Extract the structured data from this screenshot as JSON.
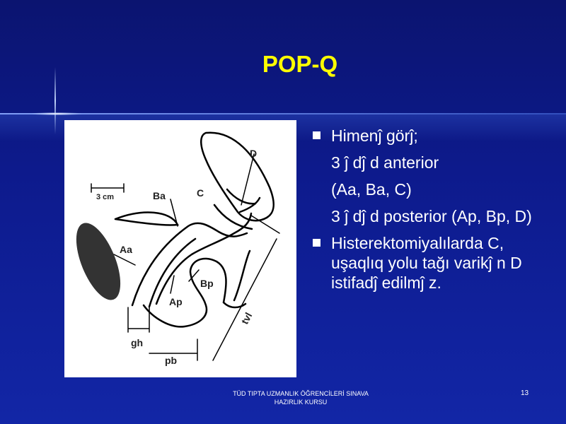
{
  "slide": {
    "title": "POP-Q",
    "bullets": [
      {
        "lines": [
          "Himenĵ görĵ;",
          "3 ĵ dĵ d anterior",
          "(Aa, Ba, C)",
          "3 ĵ dĵ d posterior (Ap, Bp, D)"
        ]
      },
      {
        "lines": [
          "Histerektomiyalılarda C, uşaqlıq yolu tağı varikĵ n D istifadĵ edilmĵ z."
        ]
      }
    ],
    "footer": [
      "TÜD TIPTA UZMANLIK ÖĞRENCİLERİ SINAVA",
      "HAZIRLIK KURSU"
    ],
    "page_number": "13"
  },
  "figure": {
    "labels": {
      "scale": "3 cm",
      "D": "D",
      "C": "C",
      "Ba": "Ba",
      "Aa": "Aa",
      "Bp": "Bp",
      "Ap": "Ap",
      "tvl": "tvl",
      "gh": "gh",
      "pb": "pb"
    }
  },
  "colors": {
    "title": "#ffff00",
    "background": "#0d1a8c",
    "text": "#ffffff"
  }
}
